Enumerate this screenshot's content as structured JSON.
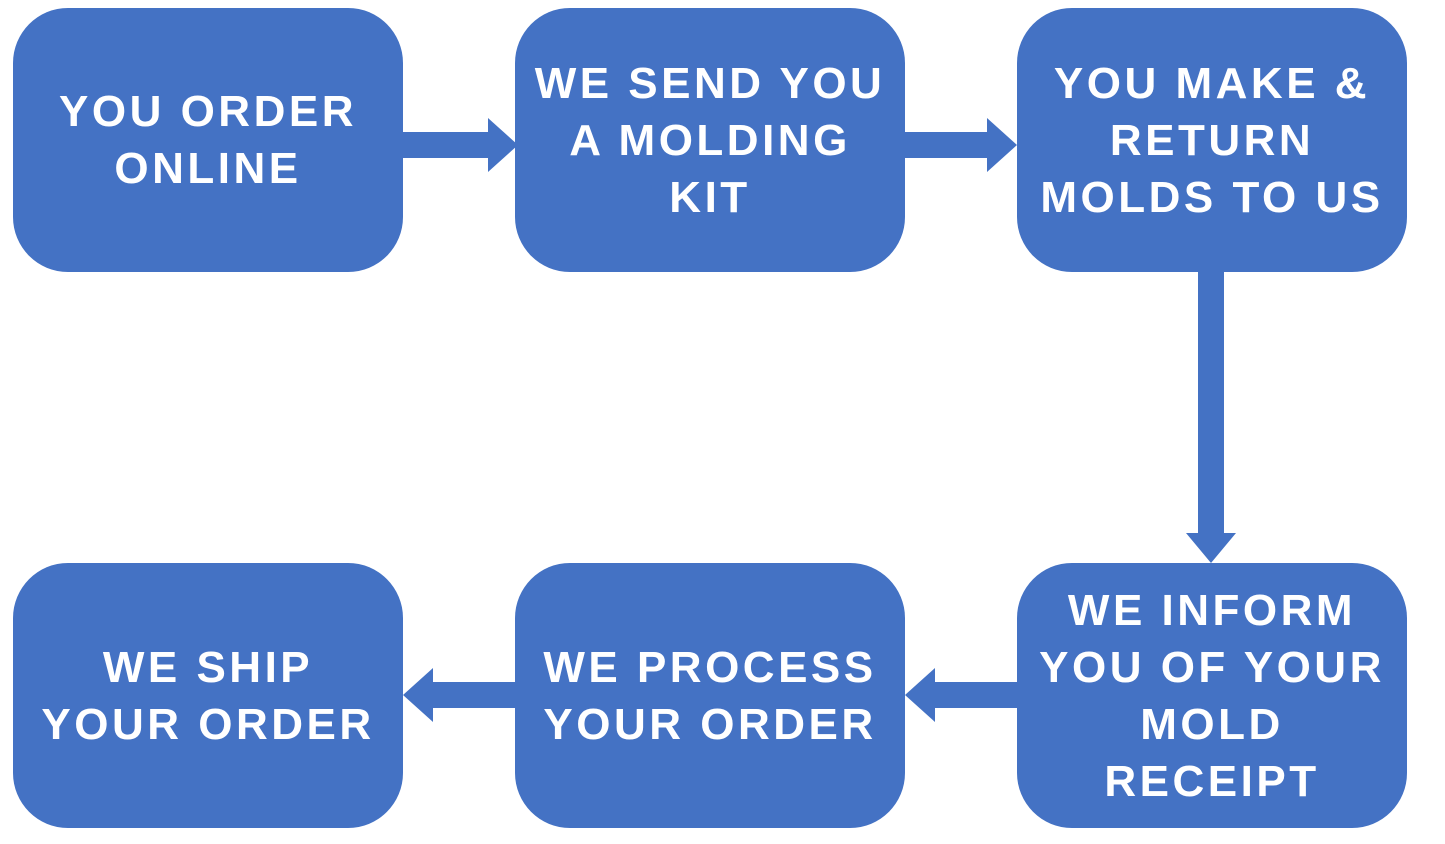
{
  "diagram": {
    "type": "flowchart",
    "description": "Six-step order process flow, top row left-to-right then bottom row right-to-left"
  },
  "colors": {
    "box_fill": "#4472C4",
    "arrow_fill": "#4472C4",
    "text": "#FFFFFF",
    "background": "#FFFFFF"
  },
  "steps": [
    {
      "id": 1,
      "label": "YOU ORDER\nONLINE"
    },
    {
      "id": 2,
      "label": "WE SEND YOU\nA MOLDING\nKIT"
    },
    {
      "id": 3,
      "label": "YOU MAKE &\nRETURN\nMOLDS TO US"
    },
    {
      "id": 4,
      "label": "WE INFORM\nYOU OF YOUR\nMOLD\nRECEIPT"
    },
    {
      "id": 5,
      "label": "WE PROCESS\nYOUR ORDER"
    },
    {
      "id": 6,
      "label": "WE SHIP\nYOUR ORDER"
    }
  ],
  "connections": [
    {
      "from": 1,
      "to": 2,
      "direction": "right"
    },
    {
      "from": 2,
      "to": 3,
      "direction": "right"
    },
    {
      "from": 3,
      "to": 4,
      "direction": "down"
    },
    {
      "from": 4,
      "to": 5,
      "direction": "left"
    },
    {
      "from": 5,
      "to": 6,
      "direction": "left"
    }
  ]
}
